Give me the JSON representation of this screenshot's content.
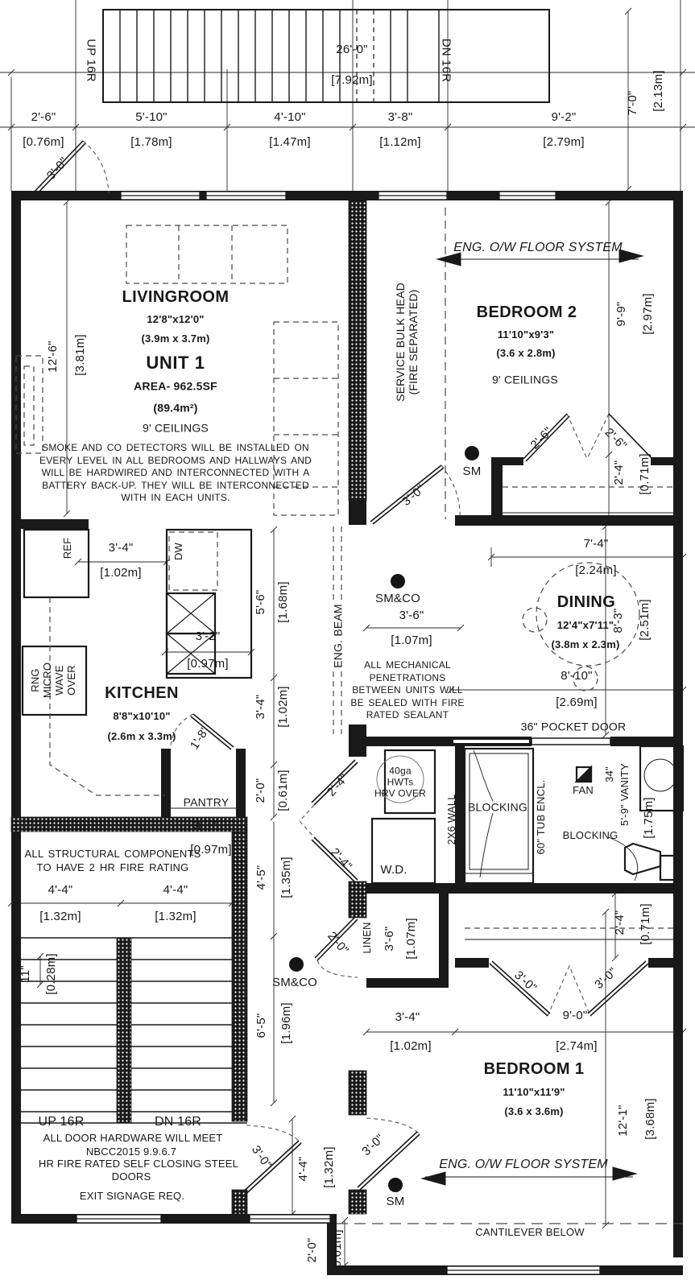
{
  "colors": {
    "ink": "#1b1b1b",
    "paper": "#ffffff"
  },
  "unit": {
    "name": "UNIT 1",
    "area_imp": "AREA- 962.5SF",
    "area_met": "(89.4m²)",
    "ceilings": "9' CEILINGS"
  },
  "rooms": {
    "livingroom": {
      "name": "LIVINGROOM",
      "size_imp": "12'8\"x12'0\"",
      "size_met": "(3.9m x 3.7m)"
    },
    "bedroom2": {
      "name": "BEDROOM 2",
      "size_imp": "11'10\"x9'3\"",
      "size_met": "(3.6 x 2.8m)",
      "ceilings": "9' CEILINGS"
    },
    "kitchen": {
      "name": "KITCHEN",
      "size_imp": "8'8\"x10'10\"",
      "size_met": "(2.6m x 3.3m)"
    },
    "dining": {
      "name": "DINING",
      "size_imp": "12'4\"x7'11\"",
      "size_met": "(3.8m x 2.3m)"
    },
    "bedroom1": {
      "name": "BEDROOM 1",
      "size_imp": "11'10\"x11'9\"",
      "size_met": "(3.6 x 3.6m)"
    }
  },
  "stairs": {
    "up_top": "UP 16R",
    "dn_top": "DN 16R",
    "up_bottom": "UP 16R",
    "dn_bottom": "DN 16R"
  },
  "doors": {
    "entry_top": "3'-0\"",
    "bedroom2": "3'-0\"",
    "bed2_closet_left": "2'-6\"",
    "bed2_closet_right": "2'-6\"",
    "pantry": "1'-8\"",
    "hall_upper": "2'-4\"",
    "hall_lower": "2'-4\"",
    "linen": "2'-0\"",
    "bed1_closet_left": "3'-0\"",
    "bed1_closet_right": "3'-0\"",
    "entry_a": "3'-0\"",
    "entry_b": "3'-0\"",
    "pocket": "36\" POCKET DOOR"
  },
  "labels": {
    "ref": "REF",
    "dw": "DW",
    "range_stack": "RNG\nMICRO\nWAVE\nOVER",
    "pantry": "PANTRY",
    "wd": "W.D.",
    "hwt": "40ga\nHWTs\nHRV OVER",
    "wall2x6": "2X6 WALL",
    "blocking1": "BLOCKING",
    "blocking2": "BLOCKING",
    "tub": "60\" TUB ENCL.",
    "fan": "FAN",
    "vanity_width": "34\"",
    "vanity": "5'-9\" VANITY",
    "linen": "LINEN",
    "sm1": "SM",
    "sm2": "SM",
    "smco1": "SM&CO",
    "smco2": "SM&CO",
    "eng_beam": "ENG. BEAM",
    "bulkhead": "SERVICE BULK HEAD\n(FIRE SEPARATED)",
    "eng_floor_top": "ENG. O/W FLOOR SYSTEM",
    "eng_floor_bottom": "ENG. O/W FLOOR SYSTEM",
    "cantilever": "CANTILEVER BELOW"
  },
  "notes": {
    "smoke": "SMOKE AND CO DETECTORS WILL BE INSTALLED ON EVERY LEVEL IN ALL BEDROOMS AND HALLWAYS AND WILL BE HARDWIRED AND INTERCONNECTED WITH A BATTERY BACK-UP. THEY WILL BE INTERCONNECTED WITH IN EACH UNITS.",
    "mechanical": "ALL MECHANICAL PENETRATIONS BETWEEN UNITS WILL BE SEALED WITH FIRE RATED SEALANT",
    "structural": "ALL STRUCTURAL COMPONENTS TO HAVE 2 HR FIRE RATING",
    "hardware1": "ALL DOOR HARDWARE WILL MEET",
    "hardware2": "NBCC2015 9.9.6.7",
    "hardware3": "HR FIRE RATED SELF CLOSING STEEL",
    "hardware4": "DOORS",
    "exit": "EXIT SIGNAGE REQ."
  },
  "dims": {
    "w26_imp": "26'-0\"",
    "w26_met": "[7.92m]",
    "t1_imp": "2'-6\"",
    "t1_met": "[0.76m]",
    "t2_imp": "5'-10\"",
    "t2_met": "[1.78m]",
    "t3_imp": "4'-10\"",
    "t3_met": "[1.47m]",
    "t4_imp": "3'-8\"",
    "t4_met": "[1.12m]",
    "t5_imp": "9'-2\"",
    "t5_met": "[2.79m]",
    "t6_imp": "7'-0\"",
    "t6_met": "[2.13m]",
    "living_h_imp": "12'-6\"",
    "living_h_met": "[3.81m]",
    "bed2_h_imp": "9'-9\"",
    "bed2_h_met": "[2.97m]",
    "bed2_closet_imp": "2'-4\"",
    "bed2_closet_met": "[0.71m]",
    "k_ref_imp": "3'-4\"",
    "k_ref_met": "[1.02m]",
    "k_sink_imp": "3'-2\"",
    "k_sink_met": "[0.97m]",
    "k_island_imp": "5'-6\"",
    "k_island_met": "[1.68m]",
    "k_mid_imp": "3'-4\"",
    "k_mid_met": "[1.02m]",
    "k_low_imp": "2'-0\"",
    "k_low_met": "[0.61m]",
    "pantry_imp": "3'-2\"",
    "pantry_met": "[0.97m]",
    "hall_imp": "3'-6\"",
    "hall_met": "[1.07m]",
    "dining_w_imp": "7'-4\"",
    "dining_w_met": "[2.24m]",
    "dining_b_imp": "8'-10\"",
    "dining_b_met": "[2.69m]",
    "dining_h_imp": "8'-3\"",
    "dining_h_met": "[2.51m]",
    "vanity_met": "[1.75m]",
    "linen_imp": "3'-6\"",
    "linen_met": "[1.07m]",
    "stair_a_imp": "4'-5\"",
    "stair_a_met": "[1.35m]",
    "stair_b_imp": "6'-5\"",
    "stair_b_met": "[1.96m]",
    "stair_l_imp": "4'-4\"",
    "stair_l_met": "[1.32m]",
    "stair_r_imp": "4'-4\"",
    "stair_r_met": "[1.32m]",
    "tread_imp": "11\"",
    "tread_met": "[0.28m]",
    "bed1_a_imp": "3'-4\"",
    "bed1_a_met": "[1.02m]",
    "bed1_b_imp": "9'-0\"",
    "bed1_b_met": "[2.74m]",
    "bed1_h_imp": "12'-1\"",
    "bed1_h_met": "[3.68m]",
    "bed1_closet_imp": "2'-4\"",
    "bed1_closet_met": "[0.71m]",
    "entry_imp": "4'-4\"",
    "entry_met": "[1.32m]",
    "step_imp": "2'-0\"",
    "step_met": "[0.61m]"
  }
}
